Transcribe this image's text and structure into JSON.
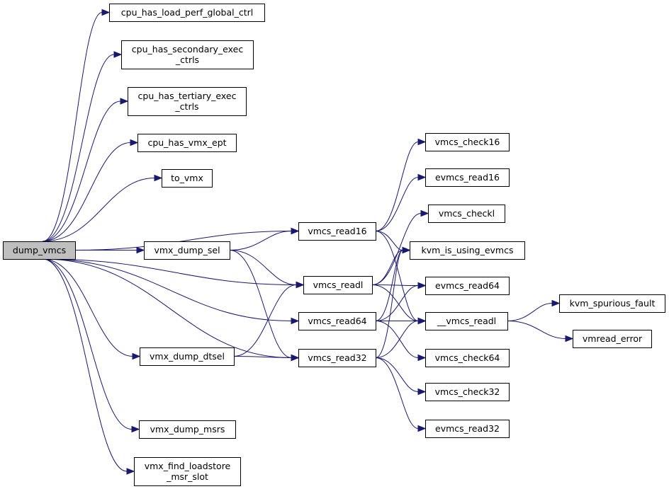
{
  "nodes": {
    "dump_vmcs": {
      "lines": [
        "dump_vmcs"
      ],
      "role": "root"
    },
    "cpu_has_load_perf_global_ctrl": {
      "lines": [
        "cpu_has_load_perf_global_ctrl"
      ]
    },
    "cpu_has_secondary_exec_ctrls": {
      "lines": [
        "cpu_has_secondary_exec",
        "_ctrls"
      ]
    },
    "cpu_has_tertiary_exec_ctrls": {
      "lines": [
        "cpu_has_tertiary_exec",
        "_ctrls"
      ]
    },
    "cpu_has_vmx_ept": {
      "lines": [
        "cpu_has_vmx_ept"
      ]
    },
    "to_vmx": {
      "lines": [
        "to_vmx"
      ]
    },
    "vmx_dump_sel": {
      "lines": [
        "vmx_dump_sel"
      ]
    },
    "vmx_dump_dtsel": {
      "lines": [
        "vmx_dump_dtsel"
      ]
    },
    "vmx_dump_msrs": {
      "lines": [
        "vmx_dump_msrs"
      ]
    },
    "vmx_find_loadstore_msr_slot": {
      "lines": [
        "vmx_find_loadstore",
        "_msr_slot"
      ]
    },
    "vmcs_read16": {
      "lines": [
        "vmcs_read16"
      ]
    },
    "vmcs_readl": {
      "lines": [
        "vmcs_readl"
      ]
    },
    "vmcs_read64": {
      "lines": [
        "vmcs_read64"
      ]
    },
    "vmcs_read32": {
      "lines": [
        "vmcs_read32"
      ]
    },
    "vmcs_check16": {
      "lines": [
        "vmcs_check16"
      ]
    },
    "evmcs_read16": {
      "lines": [
        "evmcs_read16"
      ]
    },
    "vmcs_checkl": {
      "lines": [
        "vmcs_checkl"
      ]
    },
    "kvm_is_using_evmcs": {
      "lines": [
        "kvm_is_using_evmcs"
      ]
    },
    "evmcs_read64": {
      "lines": [
        "evmcs_read64"
      ]
    },
    "__vmcs_readl": {
      "lines": [
        "__vmcs_readl"
      ]
    },
    "vmcs_check64": {
      "lines": [
        "vmcs_check64"
      ]
    },
    "vmcs_check32": {
      "lines": [
        "vmcs_check32"
      ]
    },
    "evmcs_read32": {
      "lines": [
        "evmcs_read32"
      ]
    },
    "kvm_spurious_fault": {
      "lines": [
        "kvm_spurious_fault"
      ]
    },
    "vmread_error": {
      "lines": [
        "vmread_error"
      ]
    }
  },
  "edges": [
    [
      "dump_vmcs",
      "cpu_has_load_perf_global_ctrl"
    ],
    [
      "dump_vmcs",
      "cpu_has_secondary_exec_ctrls"
    ],
    [
      "dump_vmcs",
      "cpu_has_tertiary_exec_ctrls"
    ],
    [
      "dump_vmcs",
      "cpu_has_vmx_ept"
    ],
    [
      "dump_vmcs",
      "to_vmx"
    ],
    [
      "dump_vmcs",
      "vmcs_read16"
    ],
    [
      "dump_vmcs",
      "vmx_dump_sel"
    ],
    [
      "dump_vmcs",
      "vmcs_readl"
    ],
    [
      "dump_vmcs",
      "vmcs_read64"
    ],
    [
      "dump_vmcs",
      "vmx_dump_dtsel"
    ],
    [
      "dump_vmcs",
      "vmcs_read32"
    ],
    [
      "dump_vmcs",
      "vmx_dump_msrs"
    ],
    [
      "dump_vmcs",
      "vmx_find_loadstore_msr_slot"
    ],
    [
      "vmx_dump_sel",
      "vmcs_read16"
    ],
    [
      "vmx_dump_sel",
      "vmcs_readl"
    ],
    [
      "vmx_dump_sel",
      "vmcs_read32"
    ],
    [
      "vmx_dump_dtsel",
      "vmcs_readl"
    ],
    [
      "vmx_dump_dtsel",
      "vmcs_read32"
    ],
    [
      "vmcs_read16",
      "vmcs_check16"
    ],
    [
      "vmcs_read16",
      "evmcs_read16"
    ],
    [
      "vmcs_read16",
      "kvm_is_using_evmcs"
    ],
    [
      "vmcs_read16",
      "__vmcs_readl"
    ],
    [
      "vmcs_readl",
      "vmcs_checkl"
    ],
    [
      "vmcs_readl",
      "kvm_is_using_evmcs"
    ],
    [
      "vmcs_readl",
      "evmcs_read64"
    ],
    [
      "vmcs_readl",
      "__vmcs_readl"
    ],
    [
      "vmcs_read64",
      "kvm_is_using_evmcs"
    ],
    [
      "vmcs_read64",
      "evmcs_read64"
    ],
    [
      "vmcs_read64",
      "__vmcs_readl"
    ],
    [
      "vmcs_read64",
      "vmcs_check64"
    ],
    [
      "vmcs_read32",
      "kvm_is_using_evmcs"
    ],
    [
      "vmcs_read32",
      "__vmcs_readl"
    ],
    [
      "vmcs_read32",
      "vmcs_check32"
    ],
    [
      "vmcs_read32",
      "evmcs_read32"
    ],
    [
      "__vmcs_readl",
      "kvm_spurious_fault"
    ],
    [
      "__vmcs_readl",
      "vmread_error"
    ]
  ],
  "colors": {
    "edge": "#191970",
    "root_fill": "#bfbfbf",
    "node_fill": "#ffffff",
    "node_stroke": "#000000"
  }
}
